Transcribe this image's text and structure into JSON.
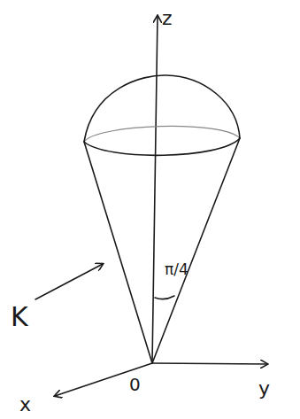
{
  "diagram": {
    "labels": [
      "z",
      "π/4",
      "K",
      "0",
      "y",
      "x"
    ]
  }
}
